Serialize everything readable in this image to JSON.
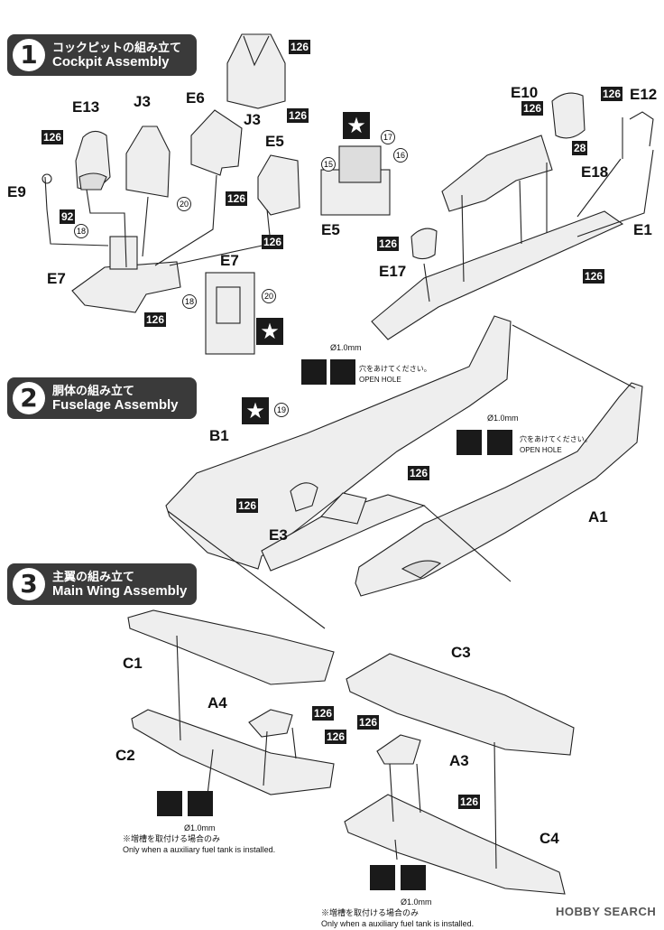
{
  "steps": [
    {
      "num": "1",
      "jp": "コックピットの組み立て",
      "en": "Cockpit Assembly"
    },
    {
      "num": "2",
      "jp": "胴体の組み立て",
      "en": "Fuselage Assembly"
    },
    {
      "num": "3",
      "jp": "主翼の組み立て",
      "en": "Main Wing Assembly"
    }
  ],
  "parts": {
    "j3_top": "J3",
    "e13": "E13",
    "j3": "J3",
    "e6": "E6",
    "e5": "E5",
    "e9": "E9",
    "e7": "E7",
    "e7b": "E7",
    "e5b": "E5",
    "e10": "E10",
    "e12": "E12",
    "e18": "E18",
    "e1": "E1",
    "e17": "E17",
    "b1": "B1",
    "e3": "E3",
    "a1": "A1",
    "c1": "C1",
    "c2": "C2",
    "c3": "C3",
    "c4": "C4",
    "a4": "A4",
    "a3": "A3"
  },
  "color_codes": {
    "c126": "126",
    "c92": "92",
    "c28": "28"
  },
  "callouts": {
    "n15": "15",
    "n16": "16",
    "n17": "17",
    "n18": "18",
    "n19": "19",
    "n20": "20"
  },
  "drill": {
    "dia": "Ø1.0mm",
    "jp": "穴をあけてください。",
    "en": "OPEN HOLE"
  },
  "note": {
    "jp": "※増槽を取付ける場合のみ",
    "en": "Only when a auxiliary fuel tank is installed."
  },
  "watermark": "HOBBY SEARCH",
  "icons": {
    "star": "★",
    "drill_icon": "drill-icon",
    "knife_icon": "knife-icon"
  }
}
